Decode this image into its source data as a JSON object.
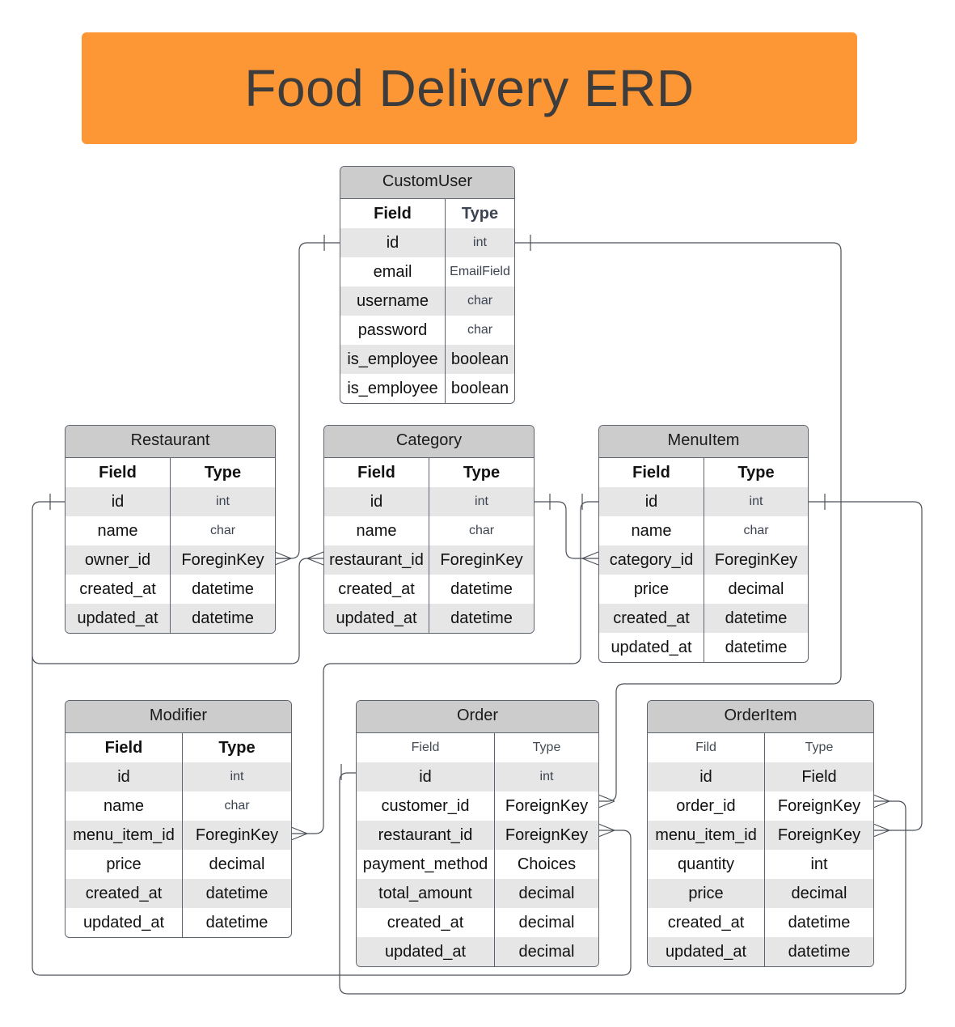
{
  "title": "Food Delivery ERD",
  "colors": {
    "banner": "#fd9735",
    "title_text": "#3c3c3c",
    "entity_header": "#cccccc",
    "row_alt": "#e6e6e6",
    "border": "#5d6470"
  },
  "entities": [
    {
      "id": "customuser",
      "name": "CustomUser",
      "header": {
        "field": "Field",
        "type": "Type",
        "style": "bold"
      },
      "rows": [
        {
          "field": "id",
          "type": "int",
          "type_small": true
        },
        {
          "field": "email",
          "type": "EmailField",
          "type_small": true
        },
        {
          "field": "username",
          "type": "char",
          "type_small": true
        },
        {
          "field": "password",
          "type": "char",
          "type_small": true
        },
        {
          "field": "is_employee",
          "type": "boolean",
          "type_small": false
        },
        {
          "field": "is_employee",
          "type": "boolean",
          "type_small": false
        }
      ]
    },
    {
      "id": "restaurant",
      "name": "Restaurant",
      "header": {
        "field": "Field",
        "type": "Type",
        "style": "bold"
      },
      "rows": [
        {
          "field": "id",
          "type": "int",
          "type_small": true
        },
        {
          "field": "name",
          "type": "char",
          "type_small": true
        },
        {
          "field": "owner_id",
          "type": "ForeginKey",
          "type_small": false
        },
        {
          "field": "created_at",
          "type": "datetime",
          "type_small": false
        },
        {
          "field": "updated_at",
          "type": "datetime",
          "type_small": false
        }
      ]
    },
    {
      "id": "category",
      "name": "Category",
      "header": {
        "field": "Field",
        "type": "Type",
        "style": "bold"
      },
      "rows": [
        {
          "field": "id",
          "type": "int",
          "type_small": true
        },
        {
          "field": "name",
          "type": "char",
          "type_small": true
        },
        {
          "field": "restaurant_id",
          "type": "ForeginKey",
          "type_small": false
        },
        {
          "field": "created_at",
          "type": "datetime",
          "type_small": false
        },
        {
          "field": "updated_at",
          "type": "datetime",
          "type_small": false
        }
      ]
    },
    {
      "id": "menuitem",
      "name": "MenuItem",
      "header": {
        "field": "Field",
        "type": "Type",
        "style": "bold"
      },
      "rows": [
        {
          "field": "id",
          "type": "int",
          "type_small": true
        },
        {
          "field": "name",
          "type": "char",
          "type_small": true
        },
        {
          "field": "category_id",
          "type": "ForeginKey",
          "type_small": false
        },
        {
          "field": "price",
          "type": "decimal",
          "type_small": false
        },
        {
          "field": "created_at",
          "type": "datetime",
          "type_small": false
        },
        {
          "field": "updated_at",
          "type": "datetime",
          "type_small": false
        }
      ]
    },
    {
      "id": "modifier",
      "name": "Modifier",
      "header": {
        "field": "Field",
        "type": "Type",
        "style": "bold"
      },
      "rows": [
        {
          "field": "id",
          "type": "int",
          "type_small": true
        },
        {
          "field": "name",
          "type": "char",
          "type_small": true
        },
        {
          "field": "menu_item_id",
          "type": "ForeginKey",
          "type_small": false
        },
        {
          "field": "price",
          "type": "decimal",
          "type_small": false
        },
        {
          "field": "created_at",
          "type": "datetime",
          "type_small": false
        },
        {
          "field": "updated_at",
          "type": "datetime",
          "type_small": false
        }
      ]
    },
    {
      "id": "order",
      "name": "Order",
      "header": {
        "field": "Field",
        "type": "Type",
        "style": "light"
      },
      "rows": [
        {
          "field": "id",
          "type": "int",
          "type_small": true
        },
        {
          "field": "customer_id",
          "type": "ForeignKey",
          "type_small": false
        },
        {
          "field": "restaurant_id",
          "type": "ForeignKey",
          "type_small": false
        },
        {
          "field": "payment_method",
          "type": "Choices",
          "type_small": false
        },
        {
          "field": "total_amount",
          "type": "decimal",
          "type_small": false
        },
        {
          "field": "created_at",
          "type": "decimal",
          "type_small": false
        },
        {
          "field": "updated_at",
          "type": "decimal",
          "type_small": false
        }
      ]
    },
    {
      "id": "orderitem",
      "name": "OrderItem",
      "header": {
        "field": "Fild",
        "type": "Type",
        "style": "light"
      },
      "rows": [
        {
          "field": "id",
          "type": "Field",
          "type_small": false
        },
        {
          "field": "order_id",
          "type": "ForeignKey",
          "type_small": false
        },
        {
          "field": "menu_item_id",
          "type": "ForeignKey",
          "type_small": false
        },
        {
          "field": "quantity",
          "type": "int",
          "type_small": false
        },
        {
          "field": "price",
          "type": "decimal",
          "type_small": false
        },
        {
          "field": "created_at",
          "type": "datetime",
          "type_small": false
        },
        {
          "field": "updated_at",
          "type": "datetime",
          "type_small": false
        }
      ]
    }
  ],
  "relationships": [
    {
      "from": "CustomUser.id",
      "to": "Restaurant.owner_id",
      "cardinality": "one-to-many"
    },
    {
      "from": "Restaurant.id",
      "to": "Category.restaurant_id",
      "cardinality": "one-to-many"
    },
    {
      "from": "Category.id",
      "to": "MenuItem.category_id",
      "cardinality": "one-to-many"
    },
    {
      "from": "MenuItem.id",
      "to": "Modifier.menu_item_id",
      "cardinality": "one-to-many"
    },
    {
      "from": "CustomUser.id",
      "to": "Order.customer_id",
      "cardinality": "one-to-many"
    },
    {
      "from": "Restaurant.id",
      "to": "Order.restaurant_id",
      "cardinality": "one-to-many"
    },
    {
      "from": "Order.id",
      "to": "OrderItem.order_id",
      "cardinality": "one-to-many"
    },
    {
      "from": "MenuItem.id",
      "to": "OrderItem.menu_item_id",
      "cardinality": "one-to-many"
    }
  ]
}
